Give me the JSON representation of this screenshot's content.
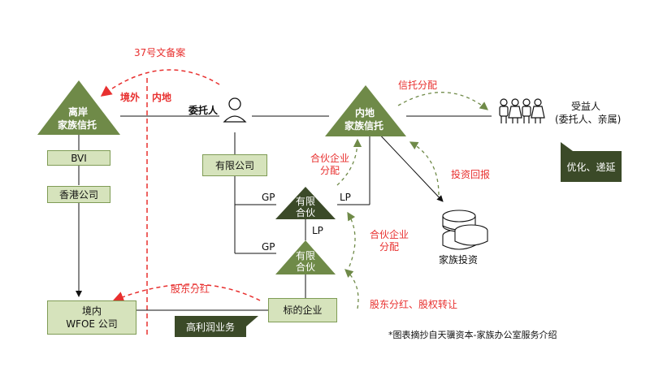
{
  "labels": {
    "filing_37": "37号文备案",
    "outside": "境外",
    "inside": "内地",
    "settlor": "委托人",
    "trust_distribution": "信托分配",
    "beneficiaries_title": "受益人",
    "beneficiaries_sub": "(委托人、亲属)",
    "offshore_trust_line1": "离岸",
    "offshore_trust_line2": "家族信托",
    "onshore_trust_line1": "内地",
    "onshore_trust_line2": "家族信托",
    "optimize": "优化、递延",
    "bvi": "BVI",
    "hk_company": "香港公司",
    "limited_company": "有限公司",
    "partnership_dist_1": "合伙企业\n分配",
    "investment_return": "投资回报",
    "gp_top": "GP",
    "lp_top": "LP",
    "lp_partner_line1": "有限",
    "lp_partner_line2": "合伙",
    "lp_mid": "LP",
    "partnership_dist_2": "合伙企业\n分配",
    "family_investment": "家族投资",
    "gp_bottom": "GP",
    "lp2_line1": "有限",
    "lp2_line2": "合伙",
    "wfoe_line1": "境内",
    "wfoe_line2": "WFOE 公司",
    "shareholder_dividend": "股东分红",
    "target_company": "标的企业",
    "high_profit": "高利润业务",
    "dividend_equity": "股东分红、股权转让",
    "source_note": "*图表摘抄自天骥资本-家族办公室服务介绍"
  },
  "colors": {
    "green_fill": "#d6e3bc",
    "green_border": "#7f9c55",
    "tri_olive": "#6f8a48",
    "tri_dark": "#3b4a28",
    "red": "#e8302f"
  }
}
